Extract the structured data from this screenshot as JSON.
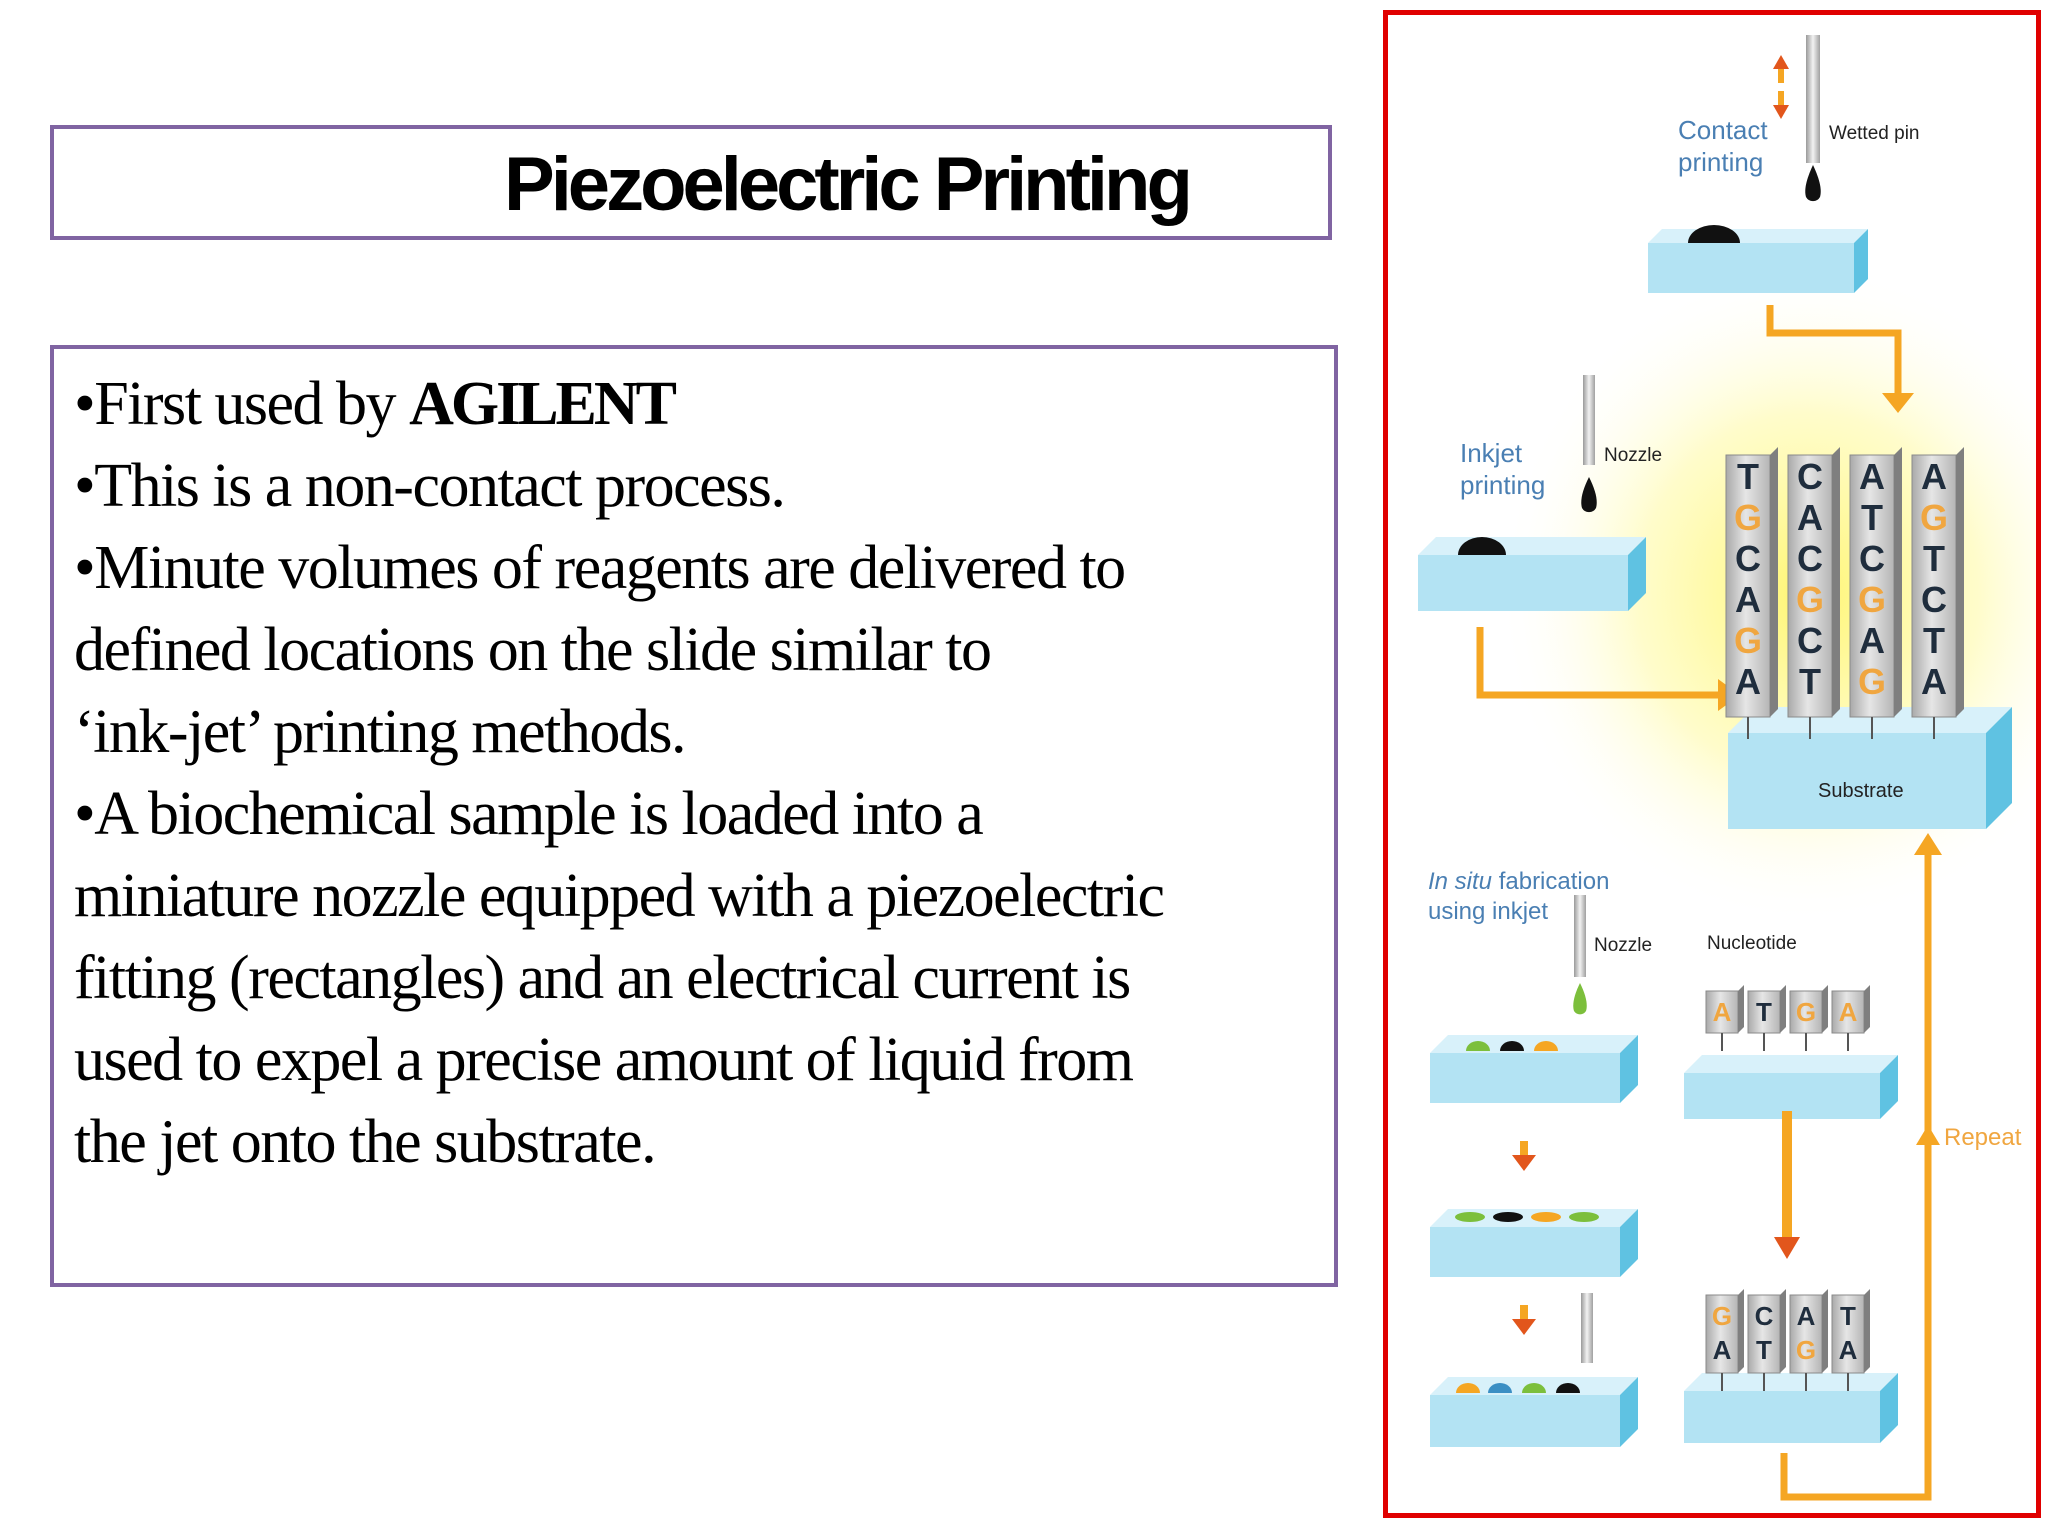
{
  "slide": {
    "title": "Piezoelectric Printing",
    "bullets": {
      "b1_prefix": "•First used by ",
      "b1_bold": "AGILENT",
      "b2": "•This is a non-contact process.",
      "b3_l1": "•Minute volumes of reagents are delivered to",
      "b3_l2": "defined locations on the slide similar to",
      "b3_l3": "‘ink-jet’  printing methods.",
      "b4_l1": "•A  biochemical sample is loaded into a",
      "b4_l2": "miniature  nozzle equipped with a piezoelectric",
      "b4_l3": "fitting  (rectangles) and an electrical current is",
      "b4_l4": "used to   expel a precise amount of liquid from",
      "b4_l5": "the jet  onto the substrate."
    }
  },
  "figure": {
    "contact_l1": "Contact",
    "contact_l2": "printing",
    "wetted_pin": "Wetted pin",
    "inkjet_l1": "Inkjet",
    "inkjet_l2": "printing",
    "nozzle": "Nozzle",
    "substrate": "Substrate",
    "insitu_l1_italic": "In situ",
    "insitu_l1_rest": " fabrication",
    "insitu_l2": "using inkjet",
    "nozzle2": "Nozzle",
    "nucleotide": "Nucleotide",
    "repeat": "Repeat",
    "columns": [
      [
        "T",
        "G",
        "C",
        "A",
        "G",
        "A"
      ],
      [
        "C",
        "A",
        "C",
        "G",
        "C",
        "T"
      ],
      [
        "A",
        "T",
        "C",
        "G",
        "A",
        "G"
      ],
      [
        "A",
        "G",
        "T",
        "C",
        "T",
        "A"
      ]
    ],
    "nucleotide_row1": [
      "A",
      "T",
      "G",
      "A"
    ],
    "nucleotide_row2_top": [
      "G",
      "C",
      "A",
      "T"
    ],
    "nucleotide_row2_bottom": [
      "A",
      "T",
      "G",
      "A"
    ],
    "colors": {
      "frame": "#e00000",
      "box_border": "#8064a2",
      "arrow": "#f5a623",
      "arrow_dark": "#e2561c",
      "slab_top": "#bfe7f5",
      "slab_side": "#5fc2e2",
      "label_blue": "#4a7fb3",
      "letter_dark": "#1f2d3d",
      "letter_orange": "#f0a640",
      "glow": "#fff56a"
    }
  }
}
